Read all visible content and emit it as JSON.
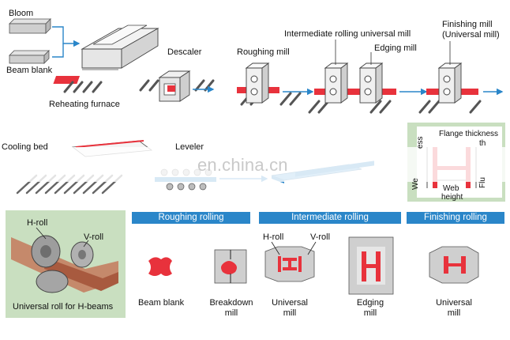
{
  "top_row": {
    "bloom": "Bloom",
    "beam_blank": "Beam blank",
    "reheating_furnace": "Reheating furnace",
    "descaler": "Descaler",
    "roughing_mill": "Roughing mill",
    "intermediate_mill": "Intermediate rolling universal mill",
    "edging_mill": "Edging mill",
    "finishing_mill_line1": "Finishing mill",
    "finishing_mill_line2": "(Universal mill)"
  },
  "middle_row": {
    "cooling_bed": "Cooling bed",
    "leveler": "Leveler",
    "watermark": "en.china.cn",
    "section_labels": {
      "flange_thickness": "Flange thickness",
      "web_height_line1": "Web",
      "web_height_line2": "height",
      "web_thickness_partial": "We",
      "web_thickness_suffix": "ess",
      "flange_width_partial": "Flu",
      "th_abbrev": "th"
    }
  },
  "bottom_row": {
    "h_roll": "H-roll",
    "v_roll": "V-roll",
    "universal_roll_caption": "Universal roll for H-beams",
    "bands": {
      "roughing": "Roughing rolling",
      "intermediate": "Intermediate rolling",
      "finishing": "Finishing rolling"
    },
    "beam_blank": "Beam blank",
    "breakdown_line1": "Breakdown",
    "breakdown_line2": "mill",
    "inter_h_roll": "H-roll",
    "inter_v_roll": "V-roll",
    "universal_line1": "Universal",
    "universal_line2": "mill",
    "edging_line1": "Edging",
    "edging_line2": "mill",
    "finish_universal_line1": "Universal",
    "finish_universal_line2": "mill"
  },
  "colors": {
    "steel": "#e8323c",
    "flow_arrow": "#2a86c9",
    "band": "#2a86c9",
    "green_panel": "#c9dfc0",
    "roll_grey": "#c8c8c8",
    "outline": "#444444"
  }
}
